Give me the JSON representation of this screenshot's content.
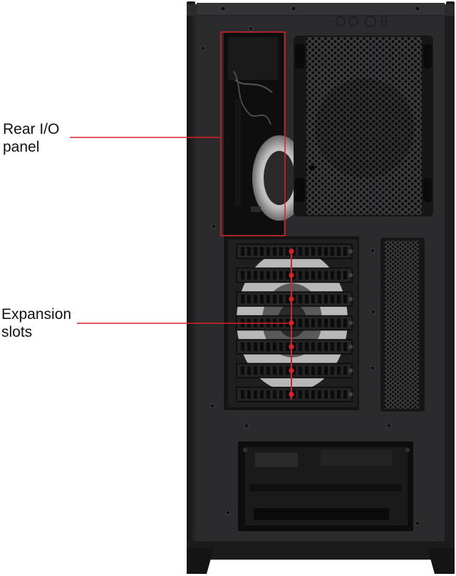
{
  "labels": {
    "rear_io": [
      "Rear I/O",
      "panel"
    ],
    "expansion": [
      "Expansion",
      "slots"
    ]
  },
  "colors": {
    "case": "#2b2b2d",
    "case_dark": "#161617",
    "mesh": "#0c0c0c",
    "callout": "#d6222a"
  },
  "expansion_slot_count": 7
}
